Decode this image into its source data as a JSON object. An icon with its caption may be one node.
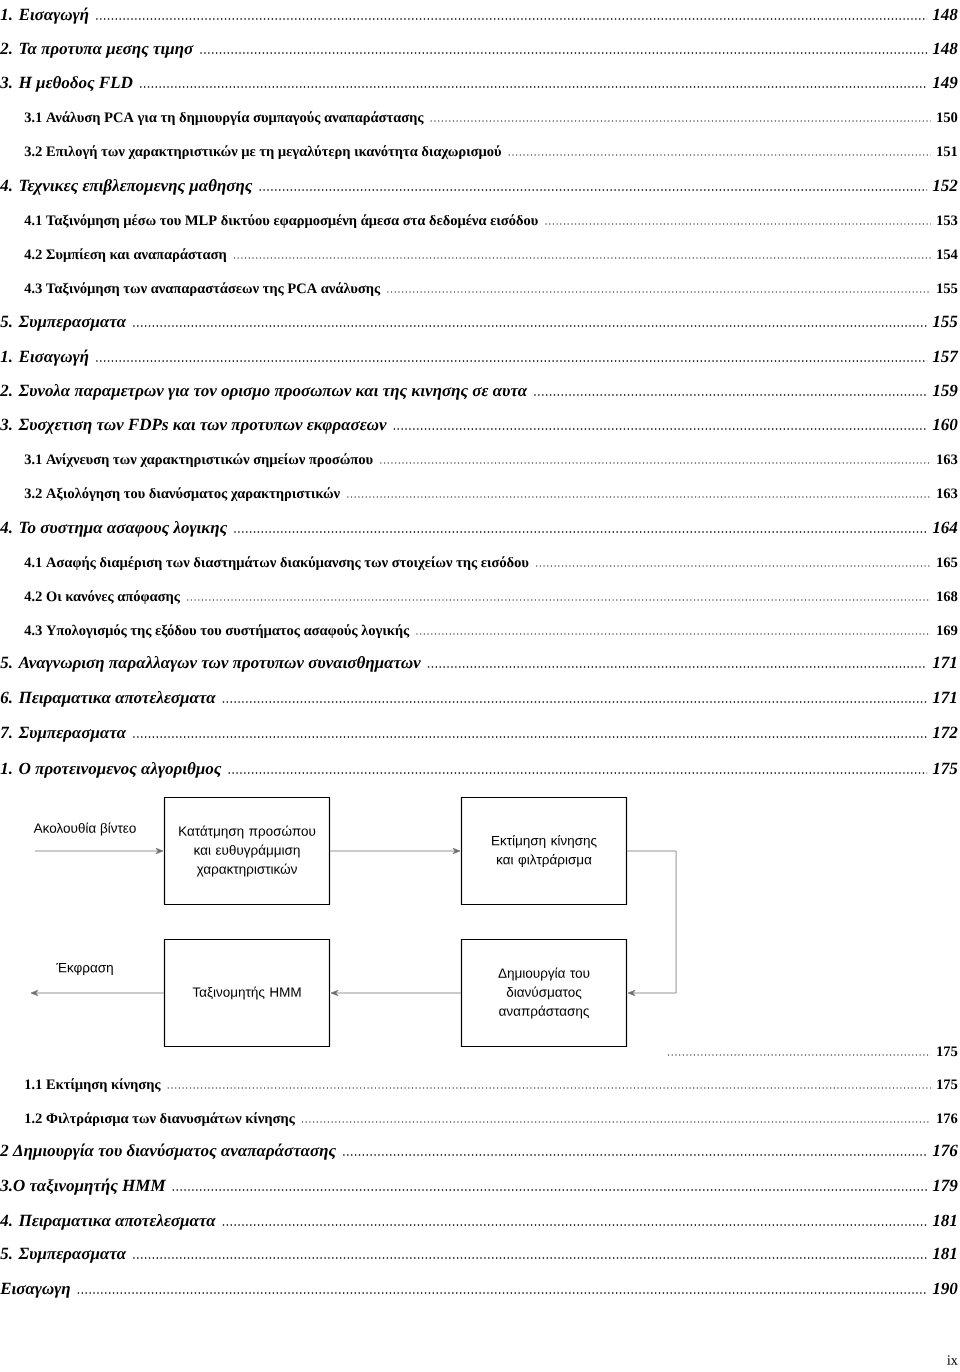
{
  "diagram": {
    "nodes": [
      {
        "text": [
          "Κατάτμηση προσώπου και ευθυγράμμιση χαρακτηριστικών"
        ]
      },
      {
        "text": [
          "Εκτίμηση κίνησης και φιλτράρισμα"
        ]
      },
      {
        "text": [
          "Δημιουργία του διανύσματος αναπράστασης"
        ]
      },
      {
        "text": [
          "Ταξινομητής HMM"
        ]
      }
    ],
    "edges": [
      {
        "from": null,
        "to": 0,
        "arrow": "to",
        "label": "Ακολουθία βίντεο"
      },
      {
        "from": 0,
        "to": 1,
        "arrow": "to"
      },
      {
        "from": 1,
        "to": 2,
        "arrow": "to"
      },
      {
        "from": 2,
        "to": 3,
        "arrow": "to"
      },
      {
        "from": 3,
        "to": null,
        "arrow": "to",
        "label": "Έκφραση"
      }
    ],
    "labels": [
      "1. Εισαγωγή",
      "148",
      "2. Τα προτυπα μεσης τιμησ",
      "148",
      "3. Η μεθοδος FLD",
      "149",
      "3.1 Ανάλυση PCA για τη δημιουργία συμπαγούς αναπαράστασης",
      "150",
      "3.2 Επιλογή των χαρακτηριστικών με τη μεγαλύτερη ικανότητα διαχωρισμού",
      "151",
      "4. Τεχνικες επιβλεπομενης μαθησης",
      "152",
      "4.1 Ταξινόμηση μέσω του MLP δικτύου εφαρμοσμένη άμεσα στα δεδομένα εισόδου",
      "153",
      "4.2 Συμπίεση και αναπαράσταση",
      "154",
      "4.3 Ταξινόμηση των αναπαραστάσεων της PCA ανάλυσης",
      "155",
      "5. Συμπερασματα",
      "155",
      "1. Εισαγωγή",
      "157",
      "2. Συνολα παραμετρων για τον ορισμο προσωπων και της κινησης σε αυτα",
      "159",
      "3. Συσχετιση των FDPs και των προτυπων εκφρασεων",
      "160",
      "3.1 Ανίχνευση των χαρακτηριστικών σημείων προσώπου",
      "163",
      "3.2 Αξιολόγηση του διανύσματος χαρακτηριστικών",
      "163",
      "4. Το συστημα ασαφους λογικης",
      "164",
      "4.1 Ασαφής διαμέριση των διαστημάτων διακύμανσης των στοιχείων της εισόδου",
      "165",
      "4.2 Οι κανόνες απόφασης",
      "168",
      "4.3 Υπολογισμός της εξόδου του συστήματος ασαφούς λογικής",
      "169",
      "5. Αναγνωριση παραλλαγων των προτυπων συναισθηματων",
      "171",
      "6. Πειραματικα αποτελεσματα",
      "171",
      "7. Συμπερασματα",
      "172",
      "1. Ο προτεινομενος αλγοριθμος",
      "175",
      "175",
      "1.1 Εκτίμηση κίνησης",
      "175",
      "1.2 Φιλτράρισμα των διανυσμάτων κίνησης",
      "176",
      "2 Δημιουργία του διανύσματος αναπαράστασης",
      "176",
      "3.Ο ταξινομητής HMM",
      "179",
      "4. Πειραματικα αποτελεσματα",
      "181",
      "5. Συμπερασματα",
      "181",
      "Εισαγωγη",
      "190",
      "ix"
    ]
  }
}
